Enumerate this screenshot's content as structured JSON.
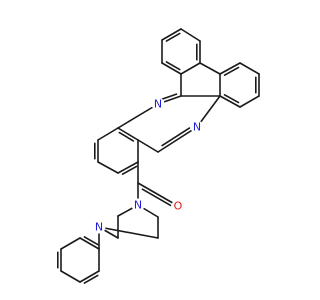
{
  "molecule": {
    "atoms": [
      {
        "id": "N1",
        "label": "N",
        "color": "#1f1fd6"
      },
      {
        "id": "N2",
        "label": "N",
        "color": "#1f1fd6"
      },
      {
        "id": "O1",
        "label": "O",
        "color": "#e01b1b"
      },
      {
        "id": "N3",
        "label": "N",
        "color": "#1f1fd6"
      },
      {
        "id": "N4",
        "label": "N",
        "color": "#1f1fd6"
      }
    ],
    "bond_color": "#1a1a1a"
  }
}
